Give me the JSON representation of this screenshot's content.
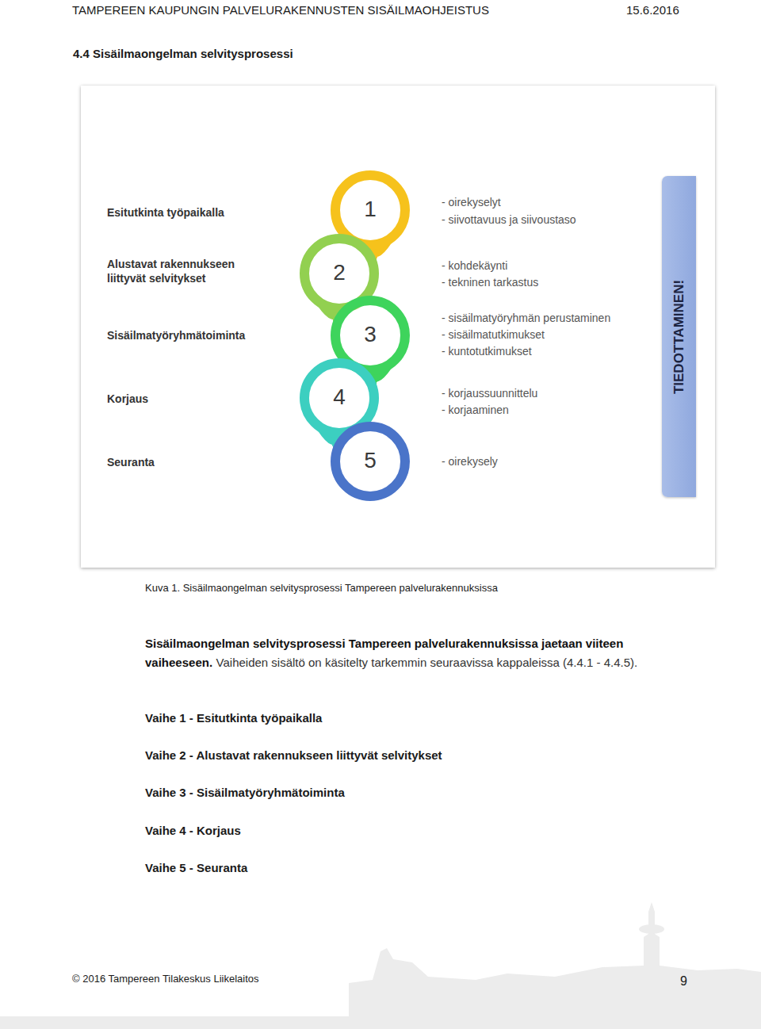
{
  "diagram": {
    "title": "4.4 Sisäilmaongelman selvitysprosessi",
    "caption": "Kuva 1. Sisäilmaongelman selvitysprosessi Tampereen palvelurakennuksissa",
    "nodes": [
      {
        "text": [
          "1"
        ]
      },
      {
        "text": [
          "2"
        ]
      },
      {
        "text": [
          "3"
        ]
      },
      {
        "text": [
          "4"
        ]
      },
      {
        "text": [
          "5"
        ]
      },
      {
        "text": [
          "TIEDOTTAMINEN!"
        ]
      }
    ],
    "edges": [
      {
        "from": 0,
        "to": 1,
        "arrow": "to"
      },
      {
        "from": 1,
        "to": 2,
        "arrow": "to"
      },
      {
        "from": 2,
        "to": 3,
        "arrow": "to"
      },
      {
        "from": 3,
        "to": 4,
        "arrow": "to"
      }
    ],
    "labels": [
      "TAMPEREEN KAUPUNGIN PALVELURAKENNUSTEN SISÄILMAOHJEISTUS",
      "15.6.2016",
      "Esitutkinta työpaikalla",
      "- oirekyselyt",
      "- siivottavuus ja siivoustaso",
      "Alustavat rakennukseen liittyvät selvitykset",
      "- kohdekäynti",
      "- tekninen tarkastus",
      "Sisäilmatyöryhmätoiminta",
      "- sisäilmatyöryhmän perustaminen",
      "- sisäilmatutkimukset",
      "- kuntotutkimukset",
      "Korjaus",
      "- korjaussuunnittelu",
      "- korjaaminen",
      "Seuranta",
      "- oirekysely",
      "Sisäilmaongelman selvitysprosessi Tampereen palvelurakennuksissa jaetaan viiteen vaiheeseen.",
      "Vaiheiden sisältö on käsitelty tarkemmin seuraavissa kappaleissa (4.4.1 - 4.4.5).",
      "Vaihe 1 - Esitutkinta työpaikalla",
      "Vaihe 2 - Alustavat rakennukseen liittyvät selvitykset",
      "Vaihe 3 - Sisäilmatyöryhmätoiminta",
      "Vaihe 4 - Korjaus",
      "Vaihe 5 - Seuranta",
      "© 2016 Tampereen Tilakeskus Liikelaitos",
      "9"
    ]
  }
}
